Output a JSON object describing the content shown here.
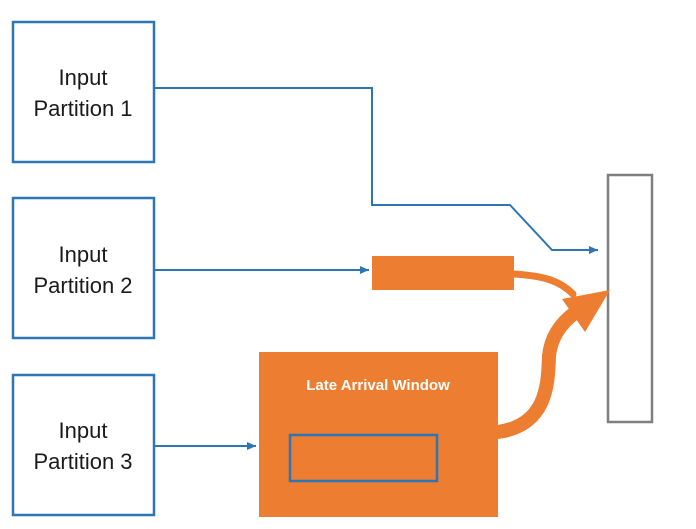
{
  "partitions": [
    {
      "line1": "Input",
      "line2": "Partition 1"
    },
    {
      "line1": "Input",
      "line2": "Partition 2"
    },
    {
      "line1": "Input",
      "line2": "Partition 3"
    }
  ],
  "late_window": {
    "title": "Late Arrival Window"
  },
  "colors": {
    "partition_border": "#2e75b6",
    "connector": "#2e75b6",
    "orange": "#ed7d31",
    "inner_border": "#2e75b6",
    "output_border": "#7f7f7f"
  },
  "icons": [
    "arrow-head-icon",
    "curved-arrow-icon"
  ]
}
